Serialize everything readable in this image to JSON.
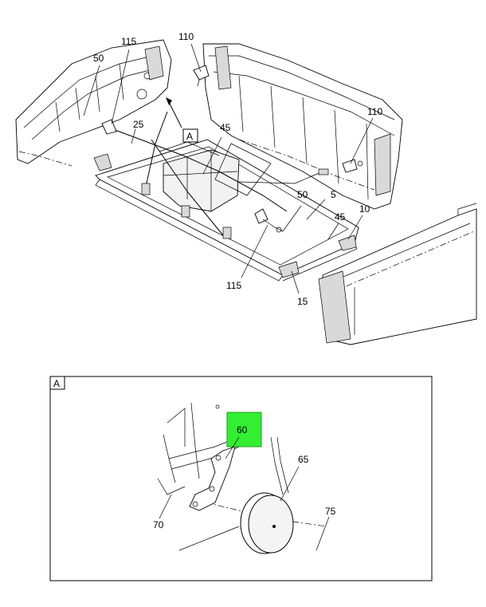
{
  "main_view": {
    "callouts": {
      "c115_top": "115",
      "c110_top": "110",
      "c50_left": "50",
      "c25": "25",
      "c45_top": "45",
      "c110_right": "110",
      "c50_mid": "50",
      "c5": "5",
      "c45_right": "45",
      "c10": "10",
      "c115_bottom": "115",
      "c15": "15"
    },
    "view_ref_label": "A"
  },
  "detail_view": {
    "title": "A",
    "callouts": {
      "c60": "60",
      "c65": "65",
      "c70": "70",
      "c75": "75"
    },
    "highlight_color": "#33ee33"
  }
}
